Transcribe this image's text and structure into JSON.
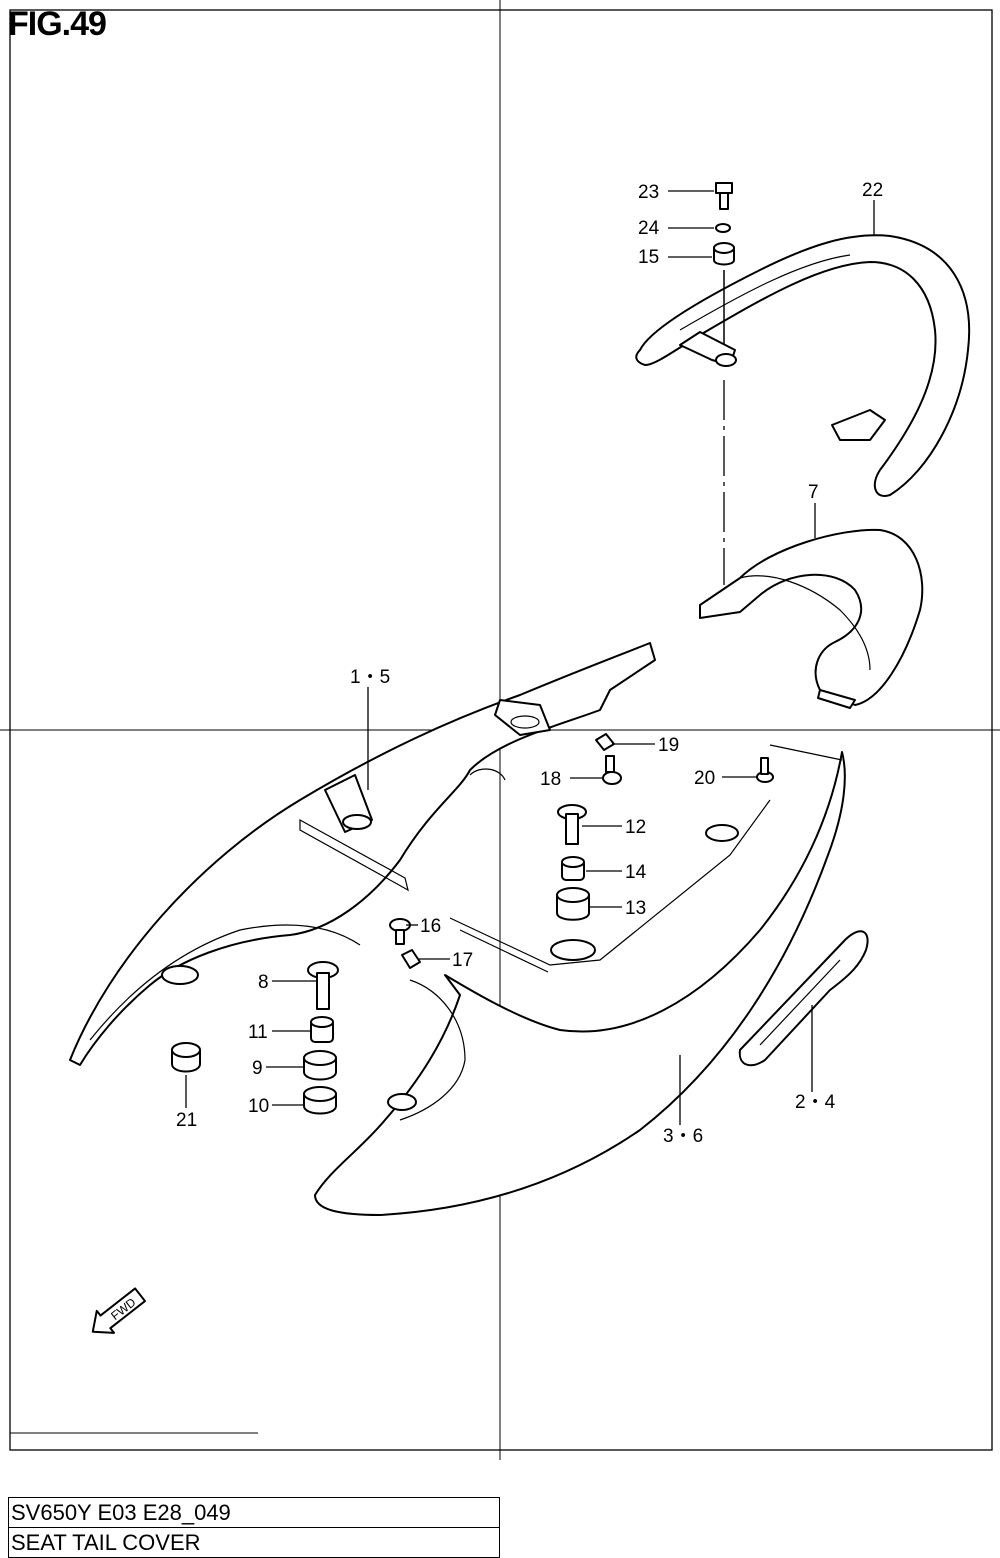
{
  "figure": {
    "title": "FIG.49"
  },
  "footer": {
    "model_code": "SV650Y E03 E28_049",
    "description": "SEAT TAIL COVER"
  },
  "callouts": {
    "c23": "23",
    "c24": "24",
    "c15": "15",
    "c22": "22",
    "c7": "7",
    "c1_5": "1・5",
    "c19": "19",
    "c18": "18",
    "c20": "20",
    "c12": "12",
    "c14": "14",
    "c13": "13",
    "c16": "16",
    "c17": "17",
    "c8": "8",
    "c11": "11",
    "c9": "9",
    "c10": "10",
    "c21": "21",
    "c2_4": "2・4",
    "c3_6": "3・6"
  },
  "fwd_arrow": {
    "label": "FWD",
    "icon": "fwd-arrow-icon"
  }
}
